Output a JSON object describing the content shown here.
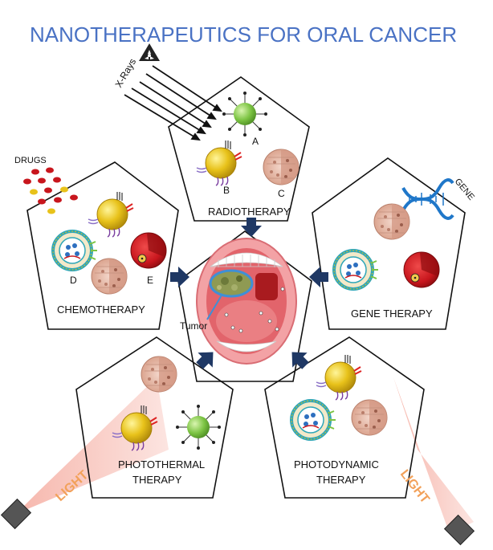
{
  "title": "NANOTHERAPEUTICS FOR ORAL CANCER",
  "inputs": {
    "xrays": "X-Rays",
    "drugs": "DRUGS",
    "gene": "GENE",
    "light": "LIGHT"
  },
  "therapies": {
    "radiotherapy": "RADIOTHERAPY",
    "chemotherapy": "CHEMOTHERAPY",
    "gene_therapy": "GENE THERAPY",
    "photothermal_line1": "PHOTOTHERMAL",
    "photothermal_line2": "THERAPY",
    "photodynamic_line1": "PHOTODYNAMIC",
    "photodynamic_line2": "THERAPY"
  },
  "particle_labels": {
    "a": "A",
    "b": "B",
    "c": "C",
    "d": "D",
    "e": "E"
  },
  "tumor_label": "Tumor",
  "colors": {
    "title": "#4a72c4",
    "arrow": "#1f3864",
    "gold_np": "#e8c21a",
    "green_np": "#7cc443",
    "liposome": "#2fa6b8",
    "red_np": "#c8161d",
    "tissue": "#e7b9a8",
    "light_beam": "#f6b3a8",
    "mouth": "#f08a90"
  },
  "icons": [
    "radiation-icon",
    "dna-icon",
    "drug-dots-icon",
    "light-source-icon"
  ]
}
